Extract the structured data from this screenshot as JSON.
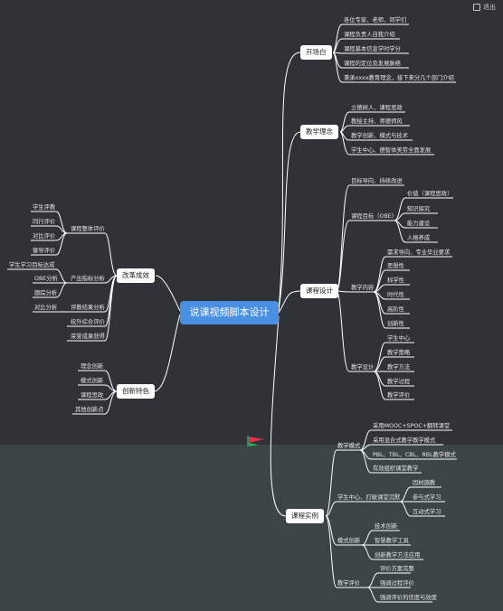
{
  "topbar": {
    "label": "退出"
  },
  "root": "说课视频脚本设计",
  "branches": {
    "kaichang": {
      "label": "开场白",
      "items": [
        "各位专家、老师、同学们",
        "课程负责人自我介绍",
        "课程基本信息学时学分",
        "课程的定位及发展脉络",
        "秉承xxxx教育理念，接下来分几个部门介绍"
      ]
    },
    "linian": {
      "label": "教学理念",
      "items": [
        "立德树人、课程思政",
        "教授主持、师德师风",
        "教学创新、模式与技术",
        "学生中心、德智体美劳全面发展"
      ]
    },
    "sheji": {
      "label": "课程设计",
      "daoxiang": "目标导向、持续改进",
      "mubiao": {
        "label": "课程目标（OBE）",
        "items": [
          "价值（课程思政）",
          "知识探究",
          "能力建设",
          "人格养成"
        ]
      },
      "neirong": {
        "label": "教学内容",
        "items": [
          "需求导向、专业毕业要求",
          "思想性",
          "科学性",
          "时代性",
          "高阶性",
          "创新性"
        ]
      },
      "jiaoxue": {
        "label": "教学设计",
        "items": [
          "学生中心",
          "教学策略",
          "教学方法",
          "教学过程",
          "教学评价"
        ]
      }
    },
    "gaige": {
      "label": "改革成效",
      "zhengti": {
        "label": "课程整体评价",
        "items": [
          "学生评教",
          "同行评价",
          "对比评价",
          "督导评价"
        ]
      },
      "chanchu": {
        "label": "产出指标分析",
        "target": "学生学习目标达成",
        "items": [
          "OBE分析",
          "跟踪分析"
        ]
      },
      "jieguo": {
        "label": "评教结果分析",
        "item": "对比分析"
      },
      "xiaowai": "校外综合评价",
      "rongyu": "荣誉成果获得"
    },
    "chuangxin": {
      "label": "创新特色",
      "items": [
        "理念创新",
        "模式创新",
        "课程思政",
        "其他创新点"
      ]
    },
    "shili": {
      "label": "课程实例",
      "moshi": {
        "label": "教学模式",
        "items": [
          "采用MOOC+SPOC+翻转课堂",
          "采用混合式教学教学模式",
          "PBL、TBL、CBL、RBL教学模式",
          "有效组织课堂教学"
        ]
      },
      "zhongxin": {
        "label": "学生中心、打破课堂沉默",
        "items": [
          "因材施教",
          "参与式学习",
          "互动式学习"
        ]
      },
      "mscx": {
        "label": "模式创新",
        "items": [
          "技术创新",
          "智慧教学工具",
          "创新教学方法应用"
        ]
      },
      "pingjia": {
        "label": "教学评价",
        "items": [
          "评价方案完整",
          "强调过程评价",
          "强调评价的信度与效度"
        ]
      }
    }
  }
}
